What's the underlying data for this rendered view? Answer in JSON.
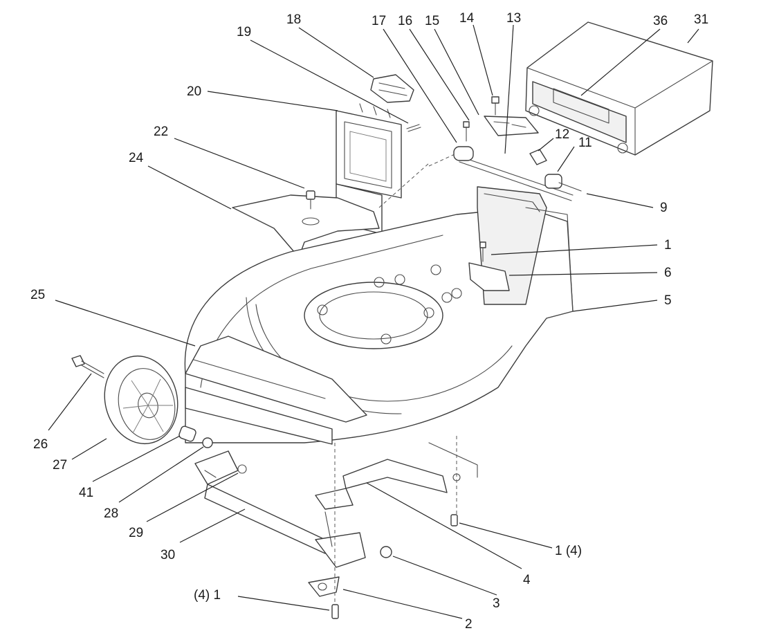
{
  "diagram": {
    "type": "exploded-parts-view",
    "callouts": [
      {
        "id": "c18",
        "text": "18"
      },
      {
        "id": "c19",
        "text": "19"
      },
      {
        "id": "c17",
        "text": "17"
      },
      {
        "id": "c16",
        "text": "16"
      },
      {
        "id": "c15",
        "text": "15"
      },
      {
        "id": "c14",
        "text": "14"
      },
      {
        "id": "c13",
        "text": "13"
      },
      {
        "id": "c36",
        "text": "36"
      },
      {
        "id": "c31",
        "text": "31"
      },
      {
        "id": "c20",
        "text": "20"
      },
      {
        "id": "c22",
        "text": "22"
      },
      {
        "id": "c24",
        "text": "24"
      },
      {
        "id": "c12",
        "text": "12"
      },
      {
        "id": "c11",
        "text": "11"
      },
      {
        "id": "c9",
        "text": "9"
      },
      {
        "id": "c1a",
        "text": "1"
      },
      {
        "id": "c6",
        "text": "6"
      },
      {
        "id": "c5",
        "text": "5"
      },
      {
        "id": "c25",
        "text": "25"
      },
      {
        "id": "c26",
        "text": "26"
      },
      {
        "id": "c27",
        "text": "27"
      },
      {
        "id": "c41",
        "text": "41"
      },
      {
        "id": "c28",
        "text": "28"
      },
      {
        "id": "c29",
        "text": "29"
      },
      {
        "id": "c30",
        "text": "30"
      },
      {
        "id": "c1b",
        "text": "1 (4)"
      },
      {
        "id": "c4",
        "text": "4"
      },
      {
        "id": "c3",
        "text": "3"
      },
      {
        "id": "c1c",
        "text": "(4) 1"
      },
      {
        "id": "c2",
        "text": "2"
      }
    ]
  }
}
